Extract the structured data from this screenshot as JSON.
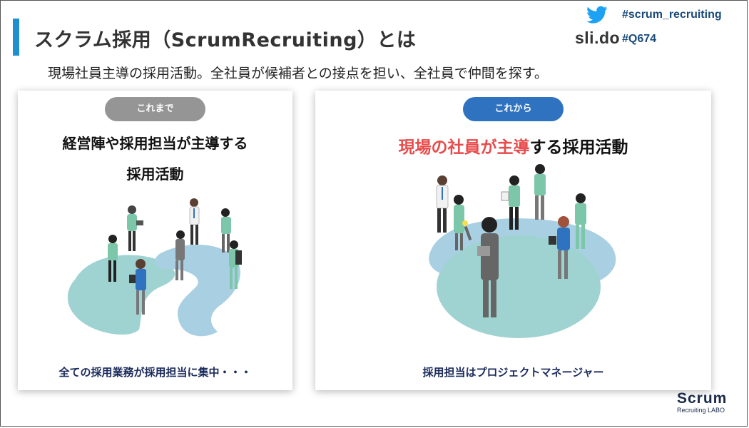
{
  "header": {
    "title": "スクラム採用（ScrumRecruiting）とは",
    "hashtag_scrum": "#scrum_recruiting",
    "hashtag_q": "#Q674",
    "slido": "sli.do",
    "subtitle": "現場社員主導の採用活動。全社員が候補者との接点を担い、全社員で仲間を探す。"
  },
  "left_card": {
    "pill": "これまで",
    "heading_line1": "経営陣や採用担当が主導する",
    "heading_line2": "採用活動",
    "caption": "全ての採用業務が採用担当に集中・・・"
  },
  "right_card": {
    "pill": "これから",
    "heading_red": "現場の社員が主導",
    "heading_rest": "する採用活動",
    "caption": "採用担当はプロジェクトマネージャー"
  },
  "logo": {
    "main": "Scrum",
    "sub": "Recruiting LABO"
  },
  "colors": {
    "accent": "#1f8fd0",
    "pill_gray": "#959595",
    "pill_blue": "#2f72c0",
    "highlight_red": "#e84b4b",
    "blob_teal": "#9fd3d1",
    "blob_blue": "#a9cfe3"
  }
}
